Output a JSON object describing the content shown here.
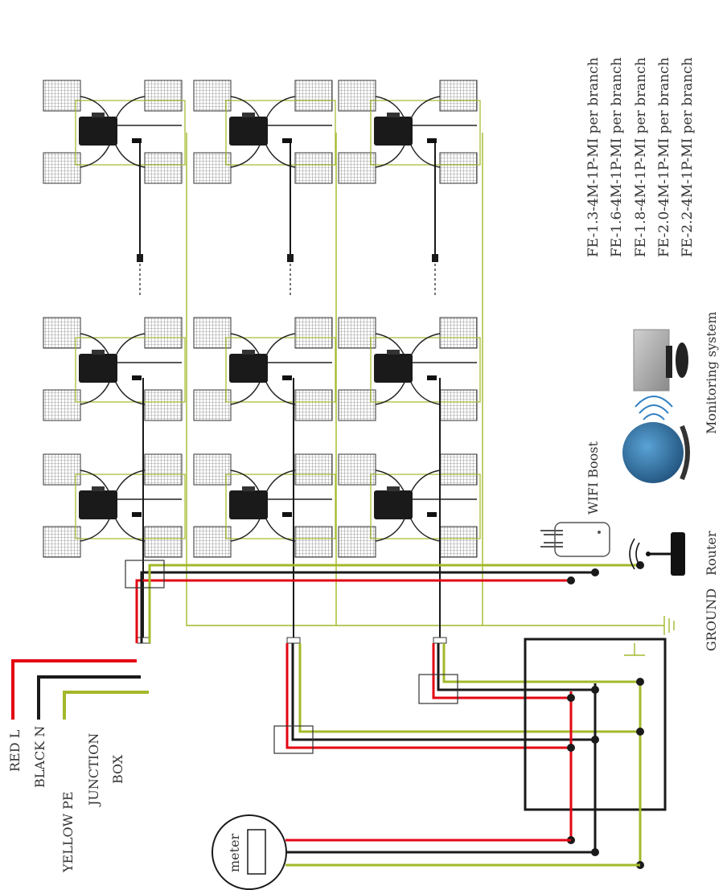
{
  "labels": {
    "models": [
      "FE-1.3-4M-1P-MI per branch",
      "FE-1.6-4M-1P-MI per branch",
      "FE-1.8-4M-1P-MI per branch",
      "FE-2.0-4M-1P-MI per branch",
      "FE-2.2-4M-1P-MI per branch"
    ],
    "monitoring_system": "Monitoring system",
    "wifi_boost": "WIFI Boost",
    "router": "Router",
    "ground": "GROUND",
    "red_l": "RED L",
    "black_n": "BLACK N",
    "yellow_pe": "YELLOW  PE",
    "junction": "JUNCTION",
    "box": "BOX",
    "meter": "meter"
  },
  "colors": {
    "red": "#e30613",
    "black": "#1a1a1a",
    "yellow": "#a4b82a",
    "wifi_blue": "#2e7fc1",
    "globe": "#2c6b9c"
  }
}
